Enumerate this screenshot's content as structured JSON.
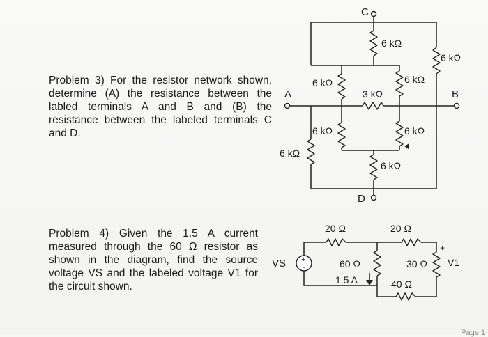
{
  "problem3": {
    "text": "Problem 3) For the resistor network shown, determine (A) the resistance between the labled terminals A and B and (B) the resistance between the labeled terminals C and D."
  },
  "problem4": {
    "text": "Problem 4) Given the 1.5 A current measured through the 60 Ω resistor as shown in the diagram, find the source voltage VS and the labeled voltage V1 for the circuit shown."
  },
  "circuit1": {
    "terminal_a": "A",
    "terminal_b": "B",
    "terminal_c": "C",
    "terminal_d": "D",
    "r_top": "6 kΩ",
    "r_far_right": "6 kΩ",
    "r_left_upper": "6 kΩ",
    "r_middle_top": "3 kΩ",
    "r_right_upper": "6 kΩ",
    "r_left_lower": "6 kΩ",
    "r_right_lower": "6 kΩ",
    "r_bottom": "6 kΩ",
    "r_outer_left": "6 kΩ"
  },
  "circuit2": {
    "source_label": "VS",
    "r_top_left": "20 Ω",
    "r_top_right": "20 Ω",
    "r_60": "60 Ω",
    "current": "1.5 A",
    "r_30": "30 Ω",
    "r_40": "40 Ω",
    "v1_label": "V1",
    "plus": "+",
    "minus": "-"
  },
  "footer": {
    "page": "Page 1"
  }
}
